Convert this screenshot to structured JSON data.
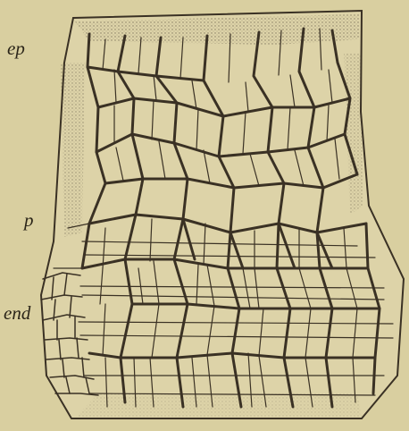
{
  "labels": {
    "epidermis": "ep",
    "parenchyma": "p",
    "endodermis": "end"
  },
  "colors": {
    "paper": "#d9cfa0",
    "ink": "#2a2418",
    "wall": "#3a3124"
  }
}
